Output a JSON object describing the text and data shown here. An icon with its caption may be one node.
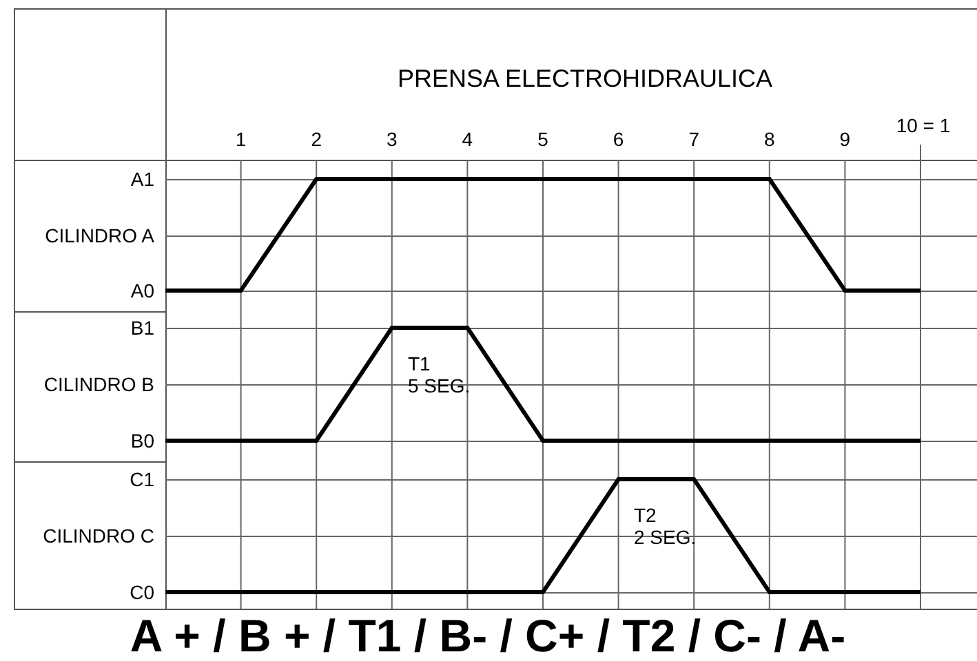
{
  "diagram": {
    "title": "PRENSA ELECTROHIDRAULICA",
    "labels": [
      "1",
      "2",
      "3",
      "4",
      "5",
      "6",
      "7",
      "8",
      "9",
      "10 = 1",
      "A1",
      "CILINDRO A",
      "A0",
      "B1",
      "CILINDRO B",
      "B0",
      "T1",
      "5 SEG.",
      "C1",
      "CILINDRO C",
      "C0",
      "T2",
      "2 SEG.",
      "A + / B + / T1 / B- / C+ / T2 / C- / A-"
    ]
  }
}
